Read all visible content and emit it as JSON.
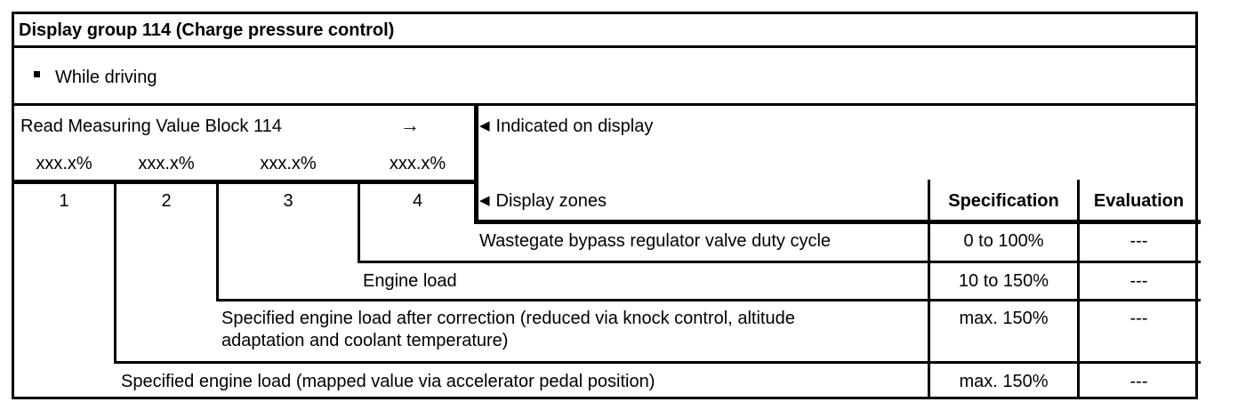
{
  "table": {
    "title": "Display group 114 (Charge pressure control)",
    "condition": {
      "bullet": "•",
      "text": "While driving"
    },
    "read_block": {
      "label": "Read Measuring Value Block 114",
      "arrow": "→",
      "display_values": [
        "xxx.x%",
        "xxx.x%",
        "xxx.x%",
        "xxx.x%"
      ]
    },
    "indicated": {
      "marker": "◀",
      "text": "Indicated on display"
    },
    "zones_header": {
      "zones": [
        "1",
        "2",
        "3",
        "4"
      ],
      "marker": "◀",
      "label": "Display zones",
      "specification": "Specification",
      "evaluation": "Evaluation"
    },
    "rows": [
      {
        "zone": "4",
        "description": "Wastegate bypass regulator valve duty cycle",
        "specification": "0 to 100%",
        "evaluation": "---"
      },
      {
        "zone": "3",
        "description": "Engine load",
        "specification": "10 to 150%",
        "evaluation": "---"
      },
      {
        "zone": "2",
        "description": "Specified engine load after correction (reduced via knock control, altitude adaptation and coolant temperature)",
        "description_lines": [
          "Specified engine load after correction (reduced via knock control, altitude",
          "adaptation and coolant temperature)"
        ],
        "specification": "max. 150%",
        "evaluation": "---"
      },
      {
        "zone": "1",
        "description": "Specified engine load (mapped value via accelerator pedal position)",
        "specification": "max. 150%",
        "evaluation": "---"
      }
    ]
  }
}
